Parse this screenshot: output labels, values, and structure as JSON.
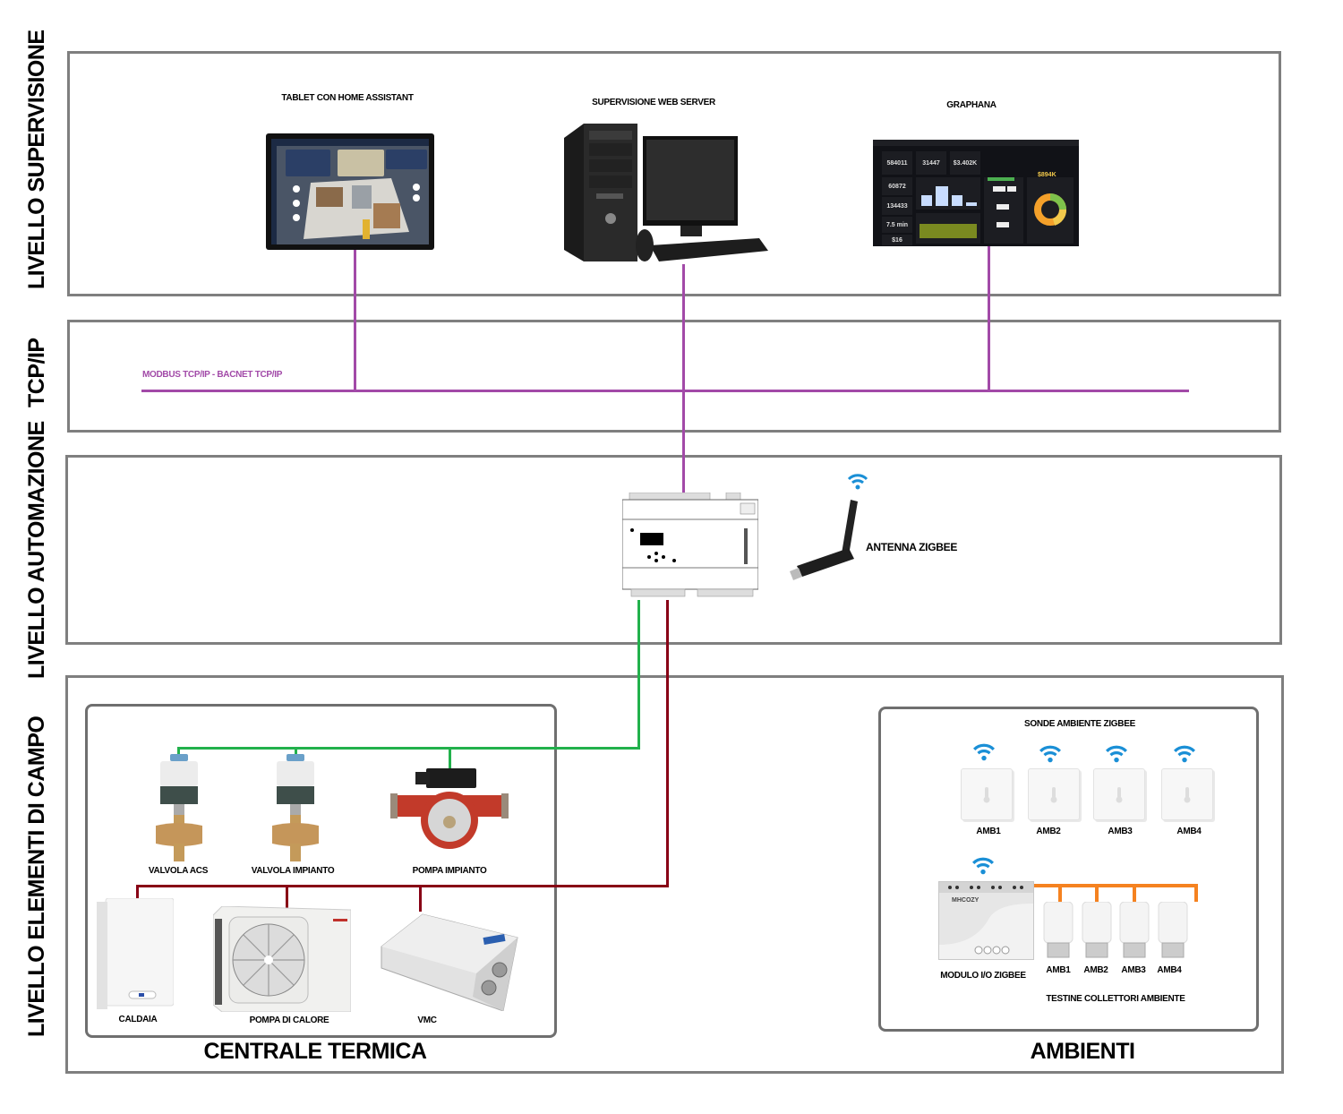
{
  "levels": {
    "supervision": "LIVELLO SUPERVISIONE",
    "network": "TCP/IP",
    "automation": "LIVELLO AUTOMAZIONE",
    "field": "LIVELLO ELEMENTI DI CAMPO"
  },
  "supervision": {
    "tablet_label": "TABLET CON HOME ASSISTANT",
    "server_label": "SUPERVISIONE WEB SERVER",
    "grafana_label": "GRAPHANA",
    "grafana_stats": [
      "584011",
      "31447",
      "$3.402K",
      "60872",
      "134433",
      "7.5 min",
      "$16",
      "$894K"
    ]
  },
  "network": {
    "protocol_label": "MODBUS TCP/IP - BACNET TCP/IP"
  },
  "automation": {
    "antenna_label": "ANTENNA ZIGBEE"
  },
  "field": {
    "centrale_title": "CENTRALE TERMICA",
    "ambienti_title": "AMBIENTI",
    "devices": {
      "valve_acs": "VALVOLA ACS",
      "valve_impianto": "VALVOLA IMPIANTO",
      "pump": "POMPA IMPIANTO",
      "boiler": "CALDAIA",
      "heat_pump": "POMPA DI CALORE",
      "vmc": "VMC"
    },
    "sensors_title": "SONDE AMBIENTE ZIGBEE",
    "sensors": [
      "AMB1",
      "AMB2",
      "AMB3",
      "AMB4"
    ],
    "io_module_label": "MODULO I/O ZIGBEE",
    "io_module_brand": "MHCOZY",
    "valve_heads": [
      "AMB1",
      "AMB2",
      "AMB3",
      "AMB4"
    ],
    "valve_heads_title": "TESTINE COLLETTORI AMBIENTE"
  },
  "colors": {
    "tcp_bus": "#a24aa8",
    "green_bus": "#22b14c",
    "red_bus": "#880015",
    "orange_bus": "#f58220",
    "wifi": "#1a8fd6",
    "panel_border": "#7f7f7f"
  }
}
